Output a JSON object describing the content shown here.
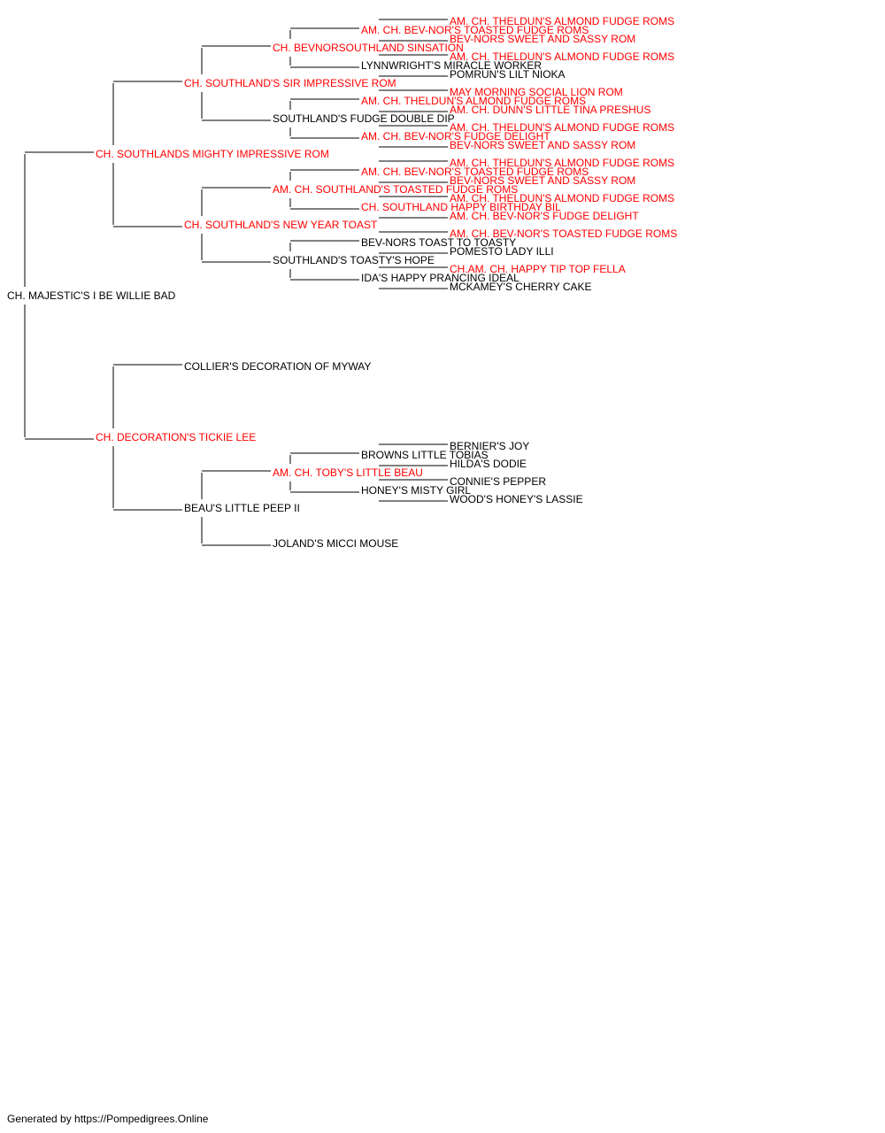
{
  "colors": {
    "champion": "#ff0000",
    "regular": "#000000",
    "line": "#000000"
  },
  "footer": "Generated by https://Pompedigrees.Online",
  "pedigree": {
    "name": "CH. MAJESTIC'S I BE WILLIE BAD",
    "champion": false,
    "sire": {
      "name": "CH. SOUTHLANDS MIGHTY IMPRESSIVE ROM",
      "champion": true,
      "sire": {
        "name": "CH. SOUTHLAND'S SIR IMPRESSIVE ROM",
        "champion": true,
        "sire": {
          "name": "CH. BEVNORSOUTHLAND SINSATION",
          "champion": true,
          "sire": {
            "name": "AM. CH. BEV-NOR'S TOASTED FUDGE ROMS",
            "champion": true,
            "sire": {
              "name": "AM. CH. THELDUN'S ALMOND FUDGE ROMS",
              "champion": true
            },
            "dam": {
              "name": "BEV-NORS SWEET AND SASSY ROM",
              "champion": true
            }
          },
          "dam": {
            "name": "LYNNWRIGHT'S MIRACLE WORKER",
            "champion": false,
            "sire": {
              "name": "AM. CH. THELDUN'S ALMOND FUDGE ROMS",
              "champion": true
            },
            "dam": {
              "name": "POMRUN'S LILT NIOKA",
              "champion": false
            }
          }
        },
        "dam": {
          "name": "SOUTHLAND'S FUDGE DOUBLE DIP",
          "champion": false,
          "sire": {
            "name": "AM. CH. THELDUN'S ALMOND FUDGE ROMS",
            "champion": true,
            "sire": {
              "name": "MAY MORNING SOCIAL LION ROM",
              "champion": true
            },
            "dam": {
              "name": "AM. CH. DUNN'S LITTLE TINA PRESHUS",
              "champion": true
            }
          },
          "dam": {
            "name": "AM. CH. BEV-NOR'S FUDGE DELIGHT",
            "champion": true,
            "sire": {
              "name": "AM. CH. THELDUN'S ALMOND FUDGE ROMS",
              "champion": true
            },
            "dam": {
              "name": "BEV-NORS SWEET AND SASSY ROM",
              "champion": true
            }
          }
        }
      },
      "dam": {
        "name": "CH. SOUTHLAND'S NEW YEAR TOAST",
        "champion": true,
        "sire": {
          "name": "AM. CH. SOUTHLAND'S TOASTED FUDGE ROMS",
          "champion": true,
          "sire": {
            "name": "AM. CH. BEV-NOR'S TOASTED FUDGE ROMS",
            "champion": true,
            "sire": {
              "name": "AM. CH. THELDUN'S ALMOND FUDGE ROMS",
              "champion": true
            },
            "dam": {
              "name": "BEV-NORS SWEET AND SASSY ROM",
              "champion": true
            }
          },
          "dam": {
            "name": "CH. SOUTHLAND HAPPY BIRTHDAY BIL",
            "champion": true,
            "sire": {
              "name": "AM. CH. THELDUN'S ALMOND FUDGE ROMS",
              "champion": true
            },
            "dam": {
              "name": "AM. CH. BEV-NOR'S FUDGE DELIGHT",
              "champion": true
            }
          }
        },
        "dam": {
          "name": "SOUTHLAND'S TOASTY'S HOPE",
          "champion": false,
          "sire": {
            "name": "BEV-NORS TOAST TO TOASTY",
            "champion": false,
            "sire": {
              "name": "AM. CH. BEV-NOR'S TOASTED FUDGE ROMS",
              "champion": true
            },
            "dam": {
              "name": "POMESTO LADY ILLI",
              "champion": false
            }
          },
          "dam": {
            "name": "IDA'S HAPPY PRANCING IDEAL",
            "champion": false,
            "sire": {
              "name": "CH.AM. CH. HAPPY TIP TOP FELLA",
              "champion": true
            },
            "dam": {
              "name": "MCKAMEY'S CHERRY CAKE",
              "champion": false
            }
          }
        }
      }
    },
    "dam": {
      "name": "CH. DECORATION'S TICKIE LEE",
      "champion": true,
      "sire": {
        "name": "COLLIER'S DECORATION OF MYWAY",
        "champion": false
      },
      "dam": {
        "name": "BEAU'S LITTLE PEEP II",
        "champion": false,
        "sire": {
          "name": "AM. CH. TOBY'S LITTLE BEAU",
          "champion": true,
          "sire": {
            "name": "BROWNS LITTLE TOBIAS",
            "champion": false,
            "sire": {
              "name": "BERNIER'S JOY",
              "champion": false
            },
            "dam": {
              "name": "HILDA'S DODIE",
              "champion": false
            }
          },
          "dam": {
            "name": "HONEY'S MISTY GIRL",
            "champion": false,
            "sire": {
              "name": "CONNIE'S PEPPER",
              "champion": false
            },
            "dam": {
              "name": "WOOD'S HONEY'S LASSIE",
              "champion": false
            }
          }
        },
        "dam": {
          "name": "JOLAND'S MICCI MOUSE",
          "champion": false
        }
      }
    }
  }
}
